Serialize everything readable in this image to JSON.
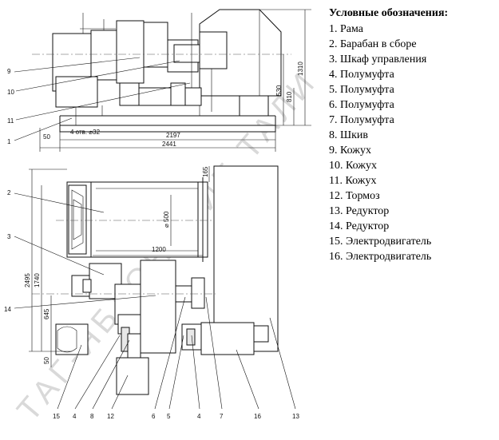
{
  "legend": {
    "title": "Условные обозначения:",
    "items": [
      "1. Рама",
      "2. Барабан в сборе",
      "3. Шкаф управления",
      "4. Полумуфта",
      "5. Полумуфта",
      "6. Полумуфта",
      "7. Полумуфта",
      "8. Шкив",
      "9. Кожух",
      "10. Кожух",
      "11. Кожух",
      "12. Тормоз",
      "13. Редуктор",
      "14. Редуктор",
      "15. Электродвигатель",
      "16. Электродвигатель"
    ]
  },
  "side_view": {
    "dims": {
      "frame_length": "2197",
      "overall_length": "2441",
      "offset": "50",
      "holes": "4 отв. ⌀32",
      "height_upper": "530",
      "height_mid": "810",
      "height_total": "1310"
    },
    "callouts": {
      "c9": "9",
      "c10": "10",
      "c11": "11",
      "c1": "1"
    }
  },
  "plan_view": {
    "dims": {
      "drum_length": "1200",
      "drum_dia": "⌀ 500",
      "top_offset": "165",
      "width_total": "2495",
      "width_mid": "1740",
      "width_low": "645",
      "bottom_offset": "50"
    },
    "callouts": {
      "c2": "2",
      "c3": "3",
      "c14": "14",
      "b15": "15",
      "b4a": "4",
      "b8": "8",
      "b12": "12",
      "b6": "6",
      "b5": "5",
      "b4b": "4",
      "b7": "7",
      "b16": "16",
      "b13": "13"
    }
  },
  "watermark": "ТАГ-ЯБЛОНСКИЕ ТАЛИ"
}
